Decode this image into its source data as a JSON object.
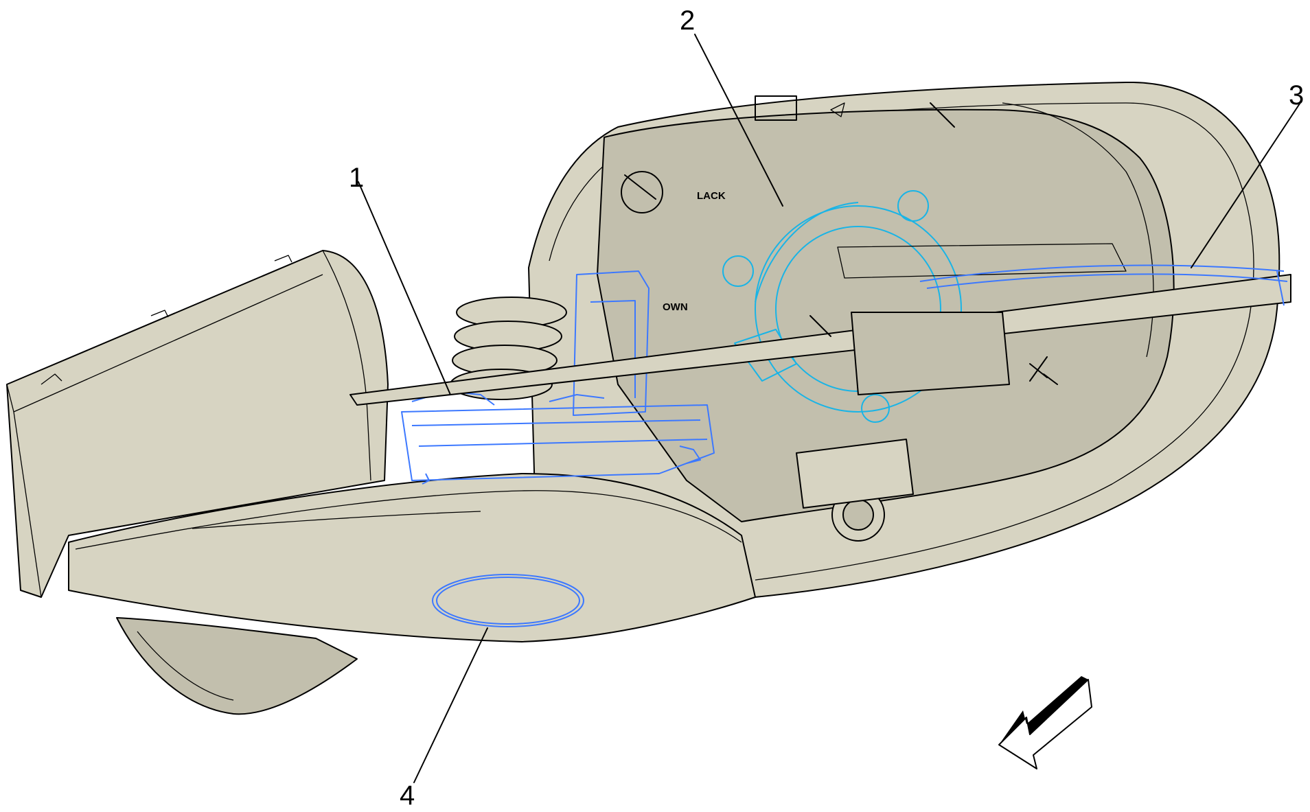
{
  "callouts": [
    {
      "label": "1"
    },
    {
      "label": "2"
    },
    {
      "label": "3"
    },
    {
      "label": "4"
    }
  ],
  "part_markings": {
    "black": "LACK",
    "down": "OWN"
  },
  "colors": {
    "housing_fill": "#d7d4c2",
    "highlight_blue": "#3c78ff",
    "highlight_cyan": "#19b4e6",
    "outline": "#000000"
  },
  "icons": {
    "direction_arrow": "front-direction-arrow-icon"
  }
}
